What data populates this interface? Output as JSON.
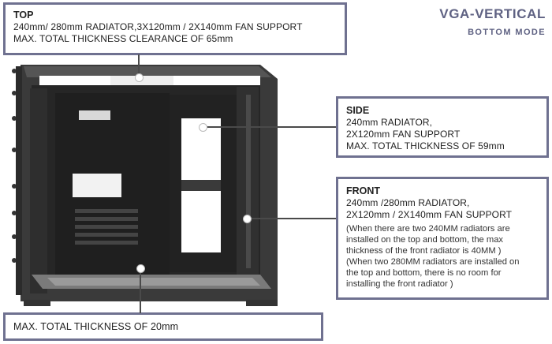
{
  "mode": {
    "title": "VGA-VERTICAL",
    "subtitle": "BOTTOM MODE"
  },
  "top_box": {
    "heading": "TOP",
    "lines": [
      "240mm/ 280mm RADIATOR,3X120mm / 2X140mm FAN SUPPORT",
      "MAX. TOTAL THICKNESS CLEARANCE OF 65mm"
    ]
  },
  "side_box": {
    "heading": "SIDE",
    "lines": [
      "240mm RADIATOR,",
      "2X120mm FAN SUPPORT",
      "MAX. TOTAL THICKNESS OF 59mm"
    ]
  },
  "front_box": {
    "heading": "FRONT",
    "lines": [
      "240mm /280mm RADIATOR,",
      "2X120mm / 2X140mm FAN SUPPORT"
    ],
    "notes": [
      "(When there are two 240MM radiators are",
      "installed on the top and bottom, the max",
      "thickness of the front radiator is 40MM )",
      "(When two 280MM radiators are installed on",
      "the top and bottom, there is no room for",
      "installing the front radiator )"
    ]
  },
  "bottom_box": {
    "heading": "MAX. TOTAL THICKNESS OF 20mm"
  },
  "colors": {
    "frame": "#6f7190",
    "title": "#5f6283",
    "case": "#2a2a2a"
  }
}
